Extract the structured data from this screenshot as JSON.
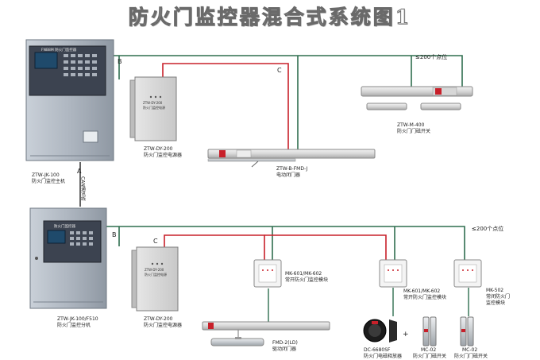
{
  "title": "防火门监控器混合式系统图1",
  "colors": {
    "bus_green": "#2f6e4f",
    "power_red": "#c8202a",
    "cabinet": "#9aa3ad",
    "panel": "#3c4350"
  },
  "top": {
    "controller_brand": "FNB8M 防火门监控器",
    "controller_label_1": "ZTW-JK-100",
    "controller_label_2": "防火门监控主机",
    "wire_b": "B",
    "wire_c": "C",
    "capacity": "≤200个点位",
    "psu_face": "ZTW-DY-200",
    "psu_face_2": "防火门监控电源",
    "psu_label_1": "ZTW-DY-200",
    "psu_label_2": "防火门监控电源器",
    "closer_label_1": "ZTW-B-FMD-J",
    "closer_label_2": "电动闭门器",
    "magnet_label_1": "ZTW-M-400",
    "magnet_label_2": "防火门门磁开关"
  },
  "link": {
    "wire_a": "A",
    "can_label": "CAN通讯线"
  },
  "bottom": {
    "controller_brand": "防火门监控器",
    "controller_label_1": "ZTW-JK-100/F510",
    "controller_label_2": "防火门监控分机",
    "wire_b": "B",
    "wire_c": "C",
    "capacity": "≤200个点位",
    "psu_face": "ZTW-DY-200",
    "psu_face_2": "防火门监控电源",
    "psu_label_1": "ZTW-DY-200",
    "psu_label_2": "防火门监控电源器",
    "closer_label_1": "FMD-2(LD)",
    "closer_label_2": "驱动闭门器",
    "module1_label_1": "MK-601/MK-602",
    "module1_label_2": "常开防火门监控模块",
    "module2_label_1": "MK-601/MK-602",
    "module2_label_2": "常开防火门监控模块",
    "module3_label_1": "MK-502",
    "module3_label_2": "常闭防火门",
    "module3_label_3": "监控模块",
    "release_label_1": "DC-6680SF",
    "release_label_2": "防火门电磁释放器",
    "plus": "+",
    "switch1_label_1": "MC-02",
    "switch1_label_2": "防火门门磁开关",
    "switch2_label_1": "MC-02",
    "switch2_label_2": "防火门门磁开关"
  }
}
